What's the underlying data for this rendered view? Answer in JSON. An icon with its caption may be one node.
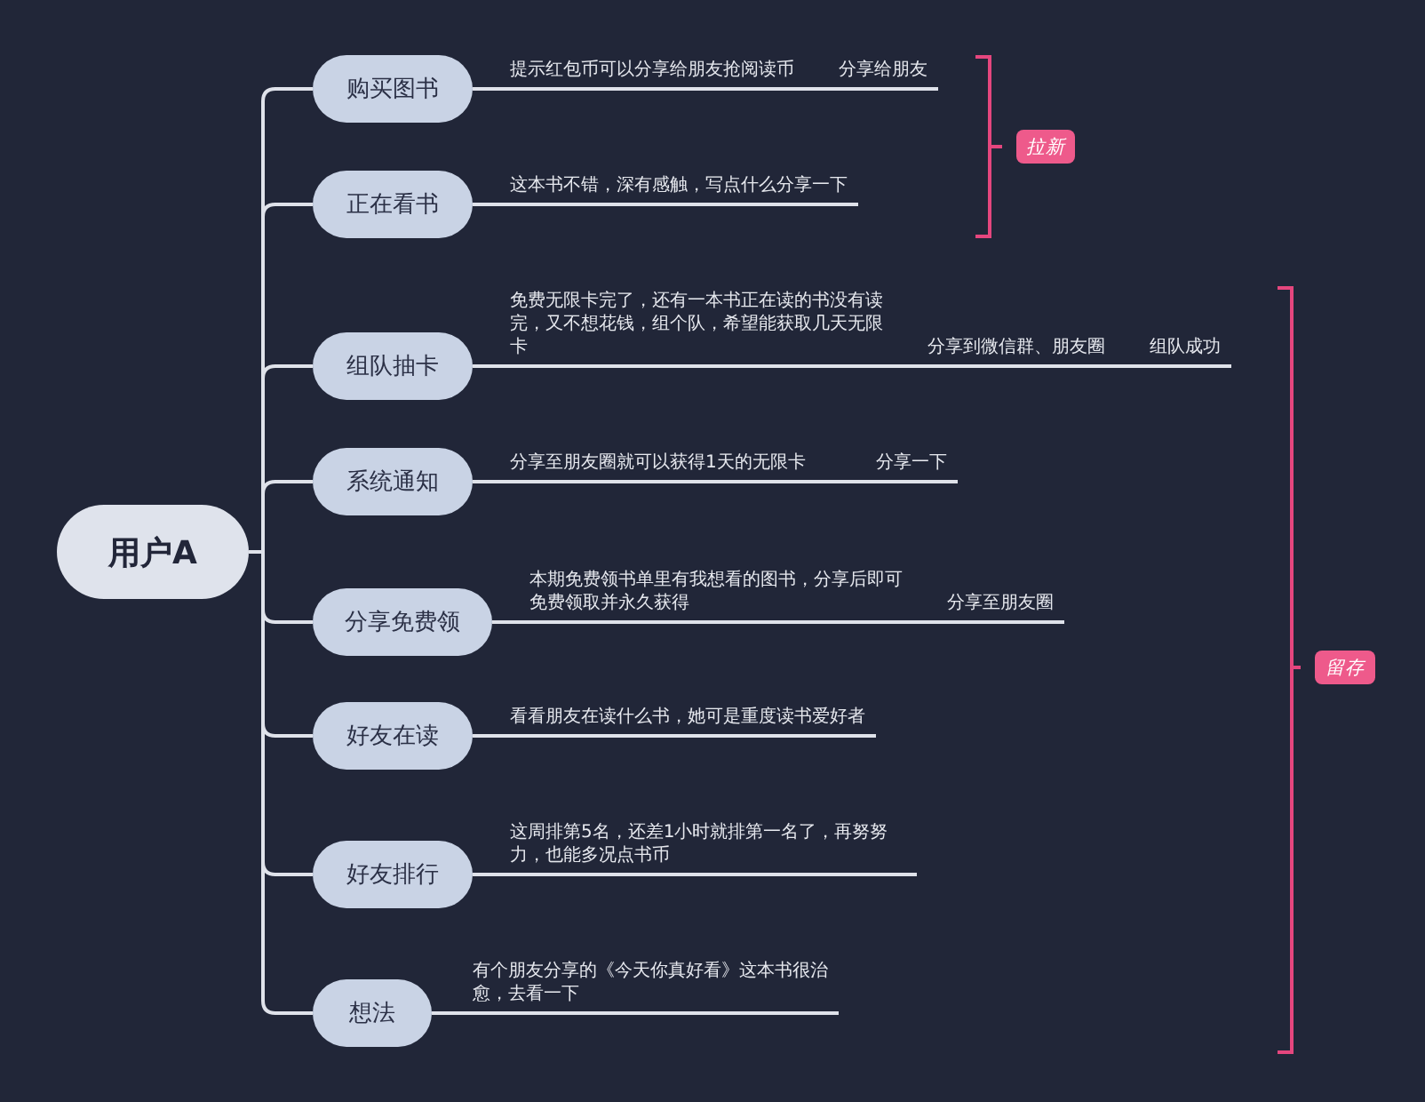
{
  "diagram": {
    "nodes": [
      {
        "text": [
          "用户A"
        ]
      },
      {
        "text": [
          "购买图书"
        ]
      },
      {
        "text": [
          "提示红包币可以分享给朋友抢阅读币"
        ]
      },
      {
        "text": [
          "分享给朋友"
        ]
      },
      {
        "text": [
          "正在看书"
        ]
      },
      {
        "text": [
          "这本书不错，深有感触，写点什么分享一下"
        ]
      },
      {
        "text": [
          "组队抽卡"
        ]
      },
      {
        "text": [
          "免费无限卡完了，还有一本书正在读的书没有读完，又不想花钱，组个队，希望能获取几天无限卡"
        ]
      },
      {
        "text": [
          "分享到微信群、朋友圈"
        ]
      },
      {
        "text": [
          "组队成功"
        ]
      },
      {
        "text": [
          "系统通知"
        ]
      },
      {
        "text": [
          "分享至朋友圈就可以获得1天的无限卡"
        ]
      },
      {
        "text": [
          "分享一下"
        ]
      },
      {
        "text": [
          "分享免费领"
        ]
      },
      {
        "text": [
          "本期免费领书单里有我想看的图书，分享后即可免费领取并永久获得"
        ]
      },
      {
        "text": [
          "分享至朋友圈"
        ]
      },
      {
        "text": [
          "好友在读"
        ]
      },
      {
        "text": [
          "看看朋友在读什么书，她可是重度读书爱好者"
        ]
      },
      {
        "text": [
          "好友排行"
        ]
      },
      {
        "text": [
          "这周排第5名，还差1小时就排第一名了，再努努力，也能多况点书币"
        ]
      },
      {
        "text": [
          "想法"
        ]
      },
      {
        "text": [
          "有个朋友分享的《今天你真好看》这本书很治愈，去看一下"
        ]
      },
      {
        "text": [
          "拉新"
        ]
      },
      {
        "text": [
          "留存"
        ]
      }
    ],
    "edges": [
      {
        "from": 0,
        "to": 1,
        "arrow": "none"
      },
      {
        "from": 1,
        "to": 2,
        "arrow": "none"
      },
      {
        "from": 2,
        "to": 3,
        "arrow": "none"
      },
      {
        "from": 0,
        "to": 4,
        "arrow": "none"
      },
      {
        "from": 4,
        "to": 5,
        "arrow": "none"
      },
      {
        "from": 0,
        "to": 6,
        "arrow": "none"
      },
      {
        "from": 6,
        "to": 7,
        "arrow": "none"
      },
      {
        "from": 7,
        "to": 8,
        "arrow": "none"
      },
      {
        "from": 8,
        "to": 9,
        "arrow": "none"
      },
      {
        "from": 0,
        "to": 10,
        "arrow": "none"
      },
      {
        "from": 10,
        "to": 11,
        "arrow": "none"
      },
      {
        "from": 11,
        "to": 12,
        "arrow": "none"
      },
      {
        "from": 0,
        "to": 13,
        "arrow": "none"
      },
      {
        "from": 13,
        "to": 14,
        "arrow": "none"
      },
      {
        "from": 14,
        "to": 15,
        "arrow": "none"
      },
      {
        "from": 0,
        "to": 16,
        "arrow": "none"
      },
      {
        "from": 16,
        "to": 17,
        "arrow": "none"
      },
      {
        "from": 0,
        "to": 18,
        "arrow": "none"
      },
      {
        "from": 18,
        "to": 19,
        "arrow": "none"
      },
      {
        "from": 0,
        "to": 20,
        "arrow": "none"
      },
      {
        "from": 20,
        "to": 21,
        "arrow": "none"
      }
    ]
  }
}
